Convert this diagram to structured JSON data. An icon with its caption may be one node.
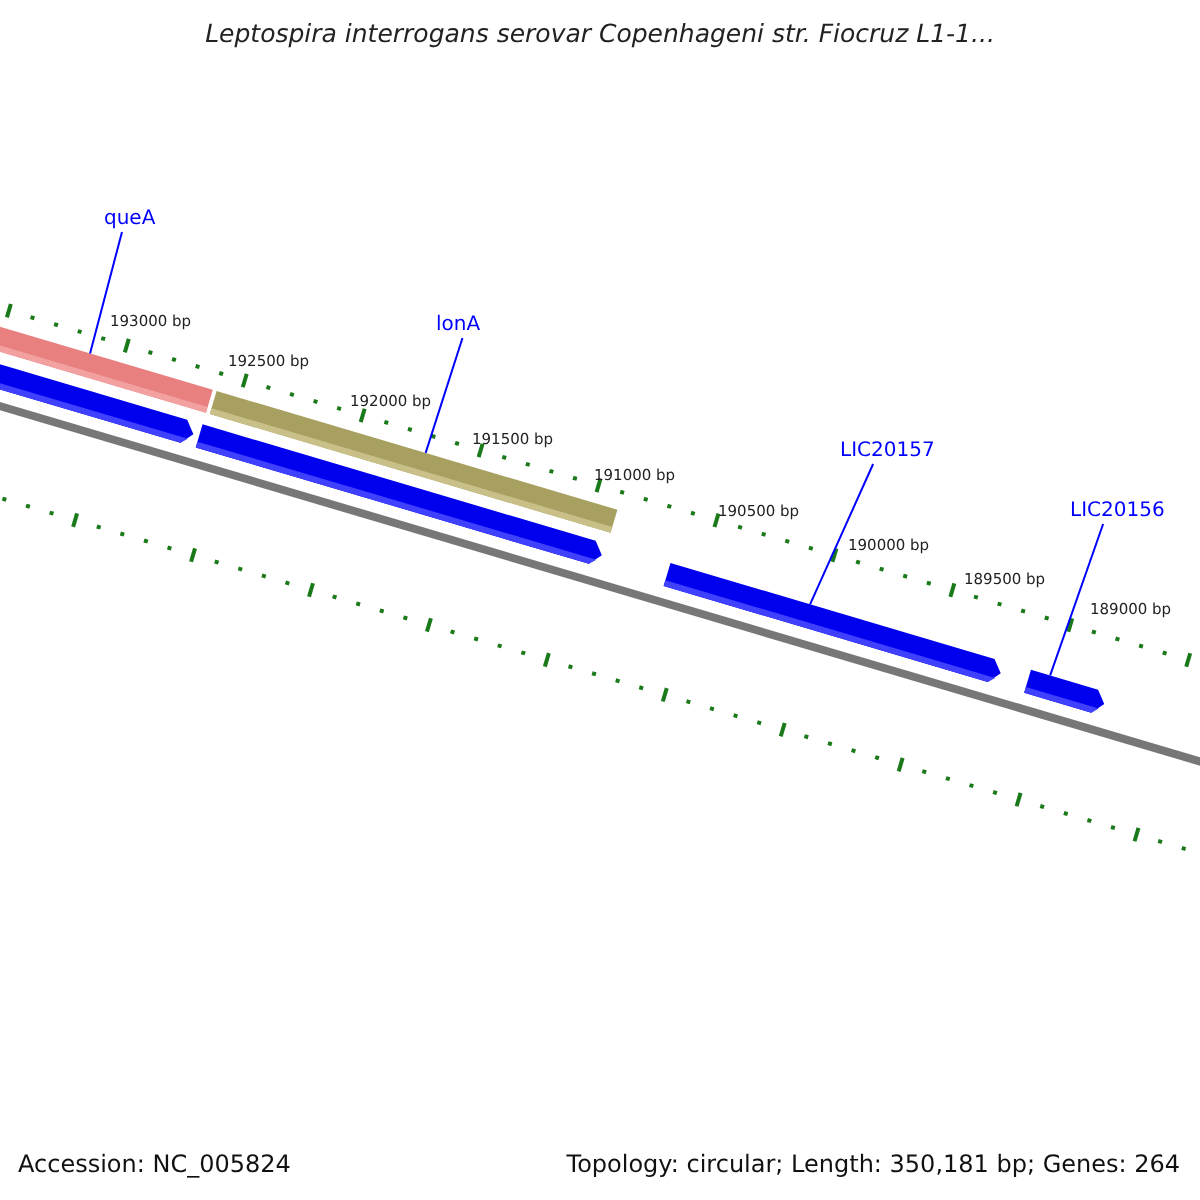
{
  "diagram": {
    "title": "Leptospira interrogans serovar Copenhageni str. Fiocruz L1-1...",
    "nodes": [
      {
        "text": [
          "queA"
        ]
      },
      {
        "text": [
          "lonA"
        ]
      },
      {
        "text": [
          "LIC20157"
        ]
      },
      {
        "text": [
          "LIC20156"
        ]
      },
      {
        "text": [],
        "shape": "bar"
      },
      {
        "text": [],
        "shape": "bar"
      },
      {
        "text": [],
        "shape": "bar"
      },
      {
        "text": [],
        "shape": "bar"
      },
      {
        "text": [],
        "shape": "bar"
      },
      {
        "text": [],
        "shape": "bar"
      }
    ],
    "edges": [
      {
        "from": 0,
        "to": 4,
        "arrow": "none"
      },
      {
        "from": 1,
        "to": 5,
        "arrow": "none"
      },
      {
        "from": 2,
        "to": 8,
        "arrow": "none"
      },
      {
        "from": 3,
        "to": 9,
        "arrow": "none"
      }
    ],
    "labels": [
      "193000 bp",
      "192500 bp",
      "192000 bp",
      "191500 bp",
      "191000 bp",
      "190500 bp",
      "190000 bp",
      "189500 bp",
      "189000 bp",
      "Accession: NC_005824",
      "Topology: circular; Length: 350,181 bp; Genes: 264"
    ]
  }
}
